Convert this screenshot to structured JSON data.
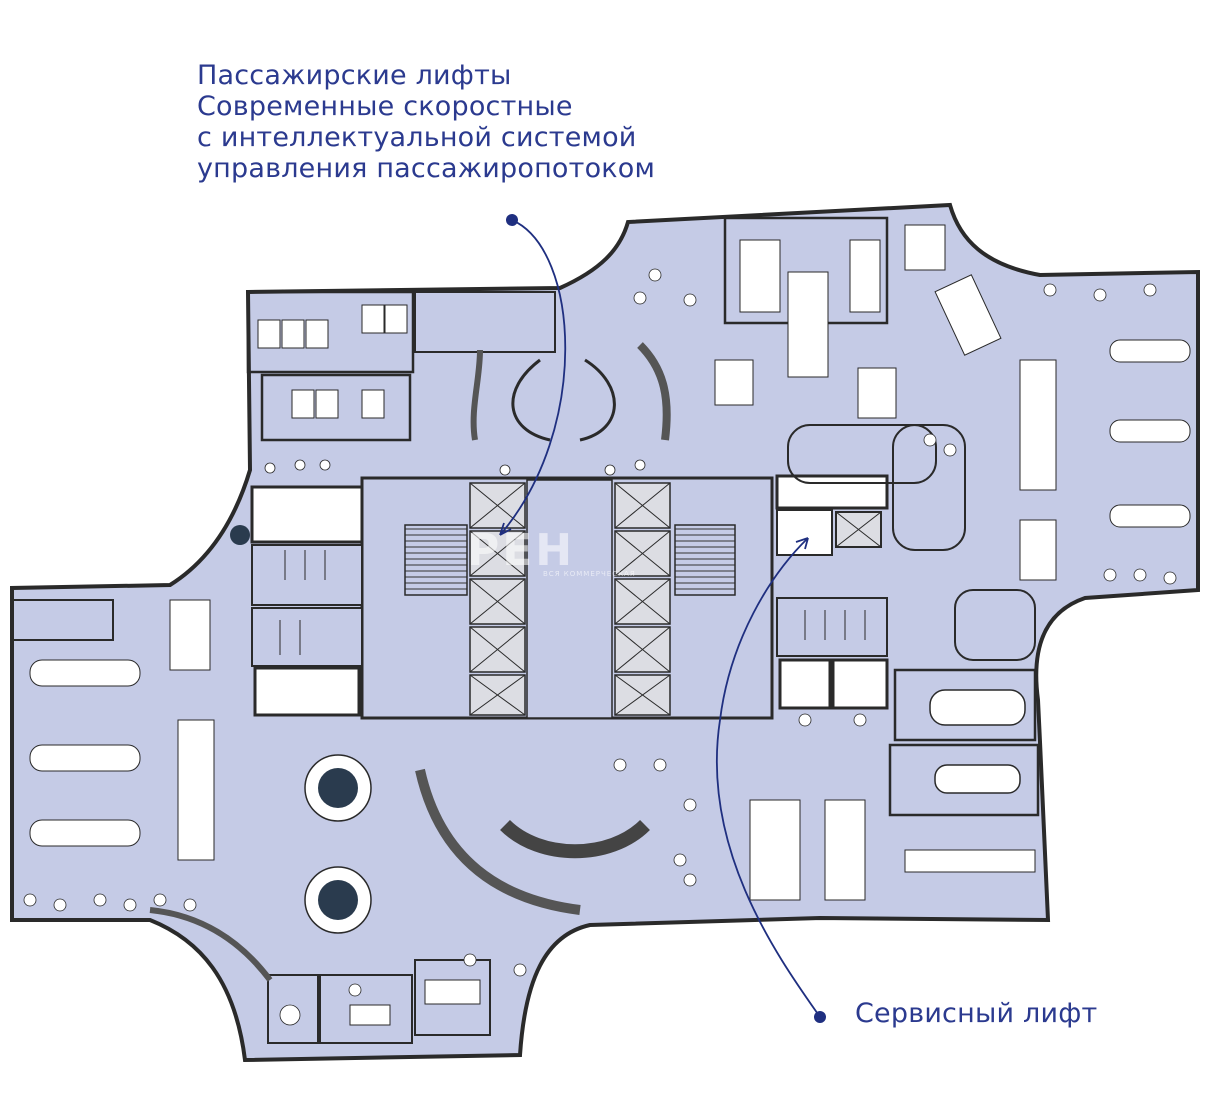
{
  "callouts": {
    "passenger_lifts": {
      "lines": [
        "Пассажирские лифты",
        "Современные скоростные",
        "с интеллектуальной системой",
        "управления пассажиропотоком"
      ]
    },
    "service_lift": {
      "label": "Сервисный лифт"
    }
  },
  "watermark": {
    "brand": "РЕН",
    "tagline": "ВСЯ КОММЕРЧЕСКАЯ"
  },
  "colors": {
    "callout_text": "#2b3a8f",
    "floor_fill": "#c5cbe6",
    "wall": "#2a2a2a",
    "room_white": "#ffffff",
    "elevator_fill": "#dcdde3"
  }
}
